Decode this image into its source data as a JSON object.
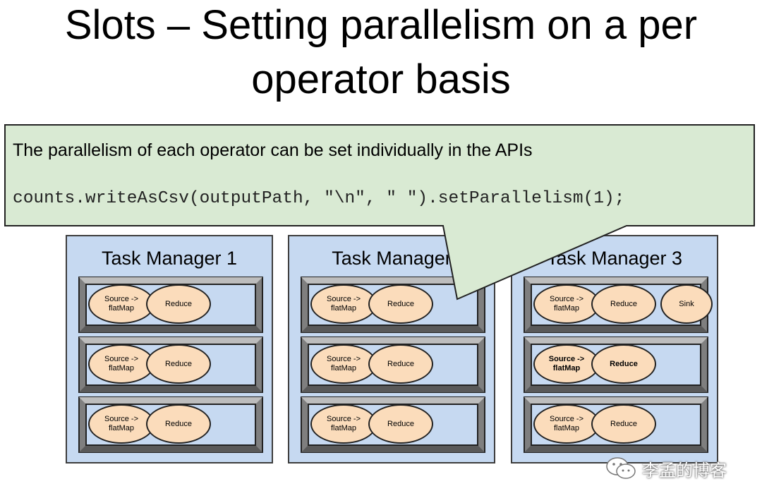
{
  "slide": {
    "title_line1": "Slots – Setting parallelism on a per",
    "title_line2": "operator basis"
  },
  "callout": {
    "text": "The parallelism of each operator can be set individually in the APIs",
    "code": "counts.writeAsCsv(outputPath, \"\\n\", \" \").setParallelism(1);",
    "fill_color": "#d9ead3"
  },
  "task_managers": [
    {
      "title": "Task Manager 1",
      "slots": [
        {
          "operators": [
            {
              "label": "Source -> flatMap",
              "kind": "source"
            },
            {
              "label": "Reduce",
              "kind": "reduce"
            }
          ]
        },
        {
          "operators": [
            {
              "label": "Source -> flatMap",
              "kind": "source"
            },
            {
              "label": "Reduce",
              "kind": "reduce"
            }
          ]
        },
        {
          "operators": [
            {
              "label": "Source -> flatMap",
              "kind": "source"
            },
            {
              "label": "Reduce",
              "kind": "reduce"
            }
          ]
        }
      ]
    },
    {
      "title": "Task Manager",
      "slots": [
        {
          "operators": [
            {
              "label": "Source -> flatMap",
              "kind": "source"
            },
            {
              "label": "Reduce",
              "kind": "reduce"
            }
          ]
        },
        {
          "operators": [
            {
              "label": "Source -> flatMap",
              "kind": "source"
            },
            {
              "label": "Reduce",
              "kind": "reduce"
            }
          ]
        },
        {
          "operators": [
            {
              "label": "Source -> flatMap",
              "kind": "source"
            },
            {
              "label": "Reduce",
              "kind": "reduce"
            }
          ]
        }
      ]
    },
    {
      "title": "Task Manager 3",
      "slots": [
        {
          "operators": [
            {
              "label": "Source -> flatMap",
              "kind": "source"
            },
            {
              "label": "Reduce",
              "kind": "reduce"
            },
            {
              "label": "Sink",
              "kind": "sink"
            }
          ]
        },
        {
          "operators": [
            {
              "label": "Source -> flatMap",
              "kind": "source",
              "bold": true
            },
            {
              "label": "Reduce",
              "kind": "reduce",
              "bold": true
            }
          ]
        },
        {
          "operators": [
            {
              "label": "Source -> flatMap",
              "kind": "source"
            },
            {
              "label": "Reduce",
              "kind": "reduce"
            }
          ]
        }
      ]
    }
  ],
  "colors": {
    "task_manager_fill": "#c6d9f1",
    "operator_fill": "#fbdcbb",
    "slot_frame": "#7f7f7f"
  },
  "watermark": {
    "text": "李孟的博客",
    "icon": "wechat-icon"
  }
}
